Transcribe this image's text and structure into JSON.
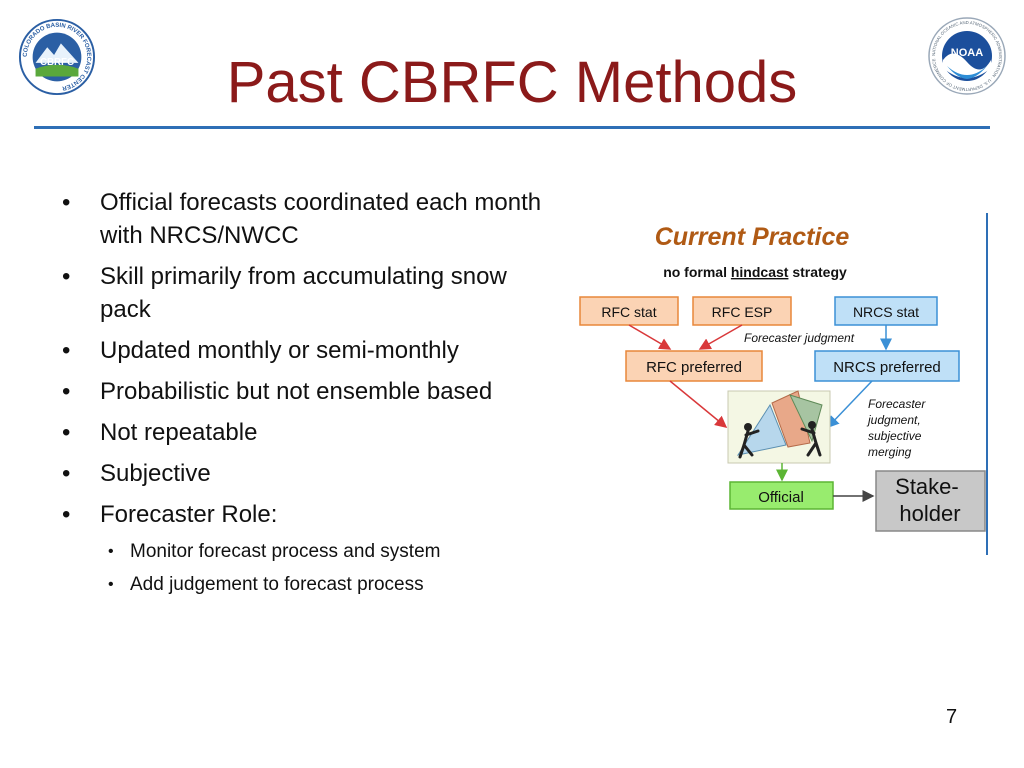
{
  "slide": {
    "title": "Past CBRFC Methods",
    "page_number": "7"
  },
  "logos": {
    "left": {
      "center_text": "CBRFC",
      "ring_text": "COLORADO BASIN RIVER FORECAST CENTER"
    },
    "right": {
      "center_text": "NOAA",
      "ring_text": "NATIONAL OCEANIC AND ATMOSPHERIC ADMINISTRATION · U.S. DEPARTMENT OF COMMERCE"
    }
  },
  "bullets": [
    {
      "text": "Official forecasts coordinated each month with NRCS/NWCC"
    },
    {
      "text": "Skill primarily from accumulating snow pack"
    },
    {
      "text": "Updated monthly or semi-monthly"
    },
    {
      "text": "Probabilistic but not ensemble based"
    },
    {
      "text": "Not repeatable"
    },
    {
      "text": "Subjective"
    },
    {
      "text": "Forecaster Role:"
    }
  ],
  "sub_bullets": [
    {
      "text": "Monitor forecast process and system"
    },
    {
      "text": "Add judgement to forecast process"
    }
  ],
  "bullet_glyph": "•",
  "diagram": {
    "heading": "Current Practice",
    "subheading_prefix": "no formal ",
    "subheading_underlined": "hindcast",
    "subheading_suffix": " strategy",
    "boxes": {
      "rfc_stat": "RFC stat",
      "rfc_esp": "RFC ESP",
      "nrcs_stat": "NRCS stat",
      "rfc_preferred": "RFC preferred",
      "nrcs_preferred": "NRCS preferred",
      "official": "Official",
      "stakeholder_line1": "Stake-",
      "stakeholder_line2": "holder"
    },
    "forecaster_judgment_label": "Forecaster judgment",
    "merging_note_lines": [
      "Forecaster",
      "judgment,",
      "subjective",
      "merging"
    ],
    "colors": {
      "orange_fill": "#fbd3b4",
      "orange_stroke": "#e8873a",
      "blue_fill": "#bfe0f7",
      "blue_stroke": "#3b90d6",
      "green_fill": "#98ec6e",
      "green_stroke": "#5cb534",
      "gray_fill": "#c8c8c8",
      "red_arrow": "#d9383a",
      "blue_arrow": "#3b90d6",
      "green_arrow": "#5cb534",
      "heading_color": "#b05a14"
    }
  }
}
